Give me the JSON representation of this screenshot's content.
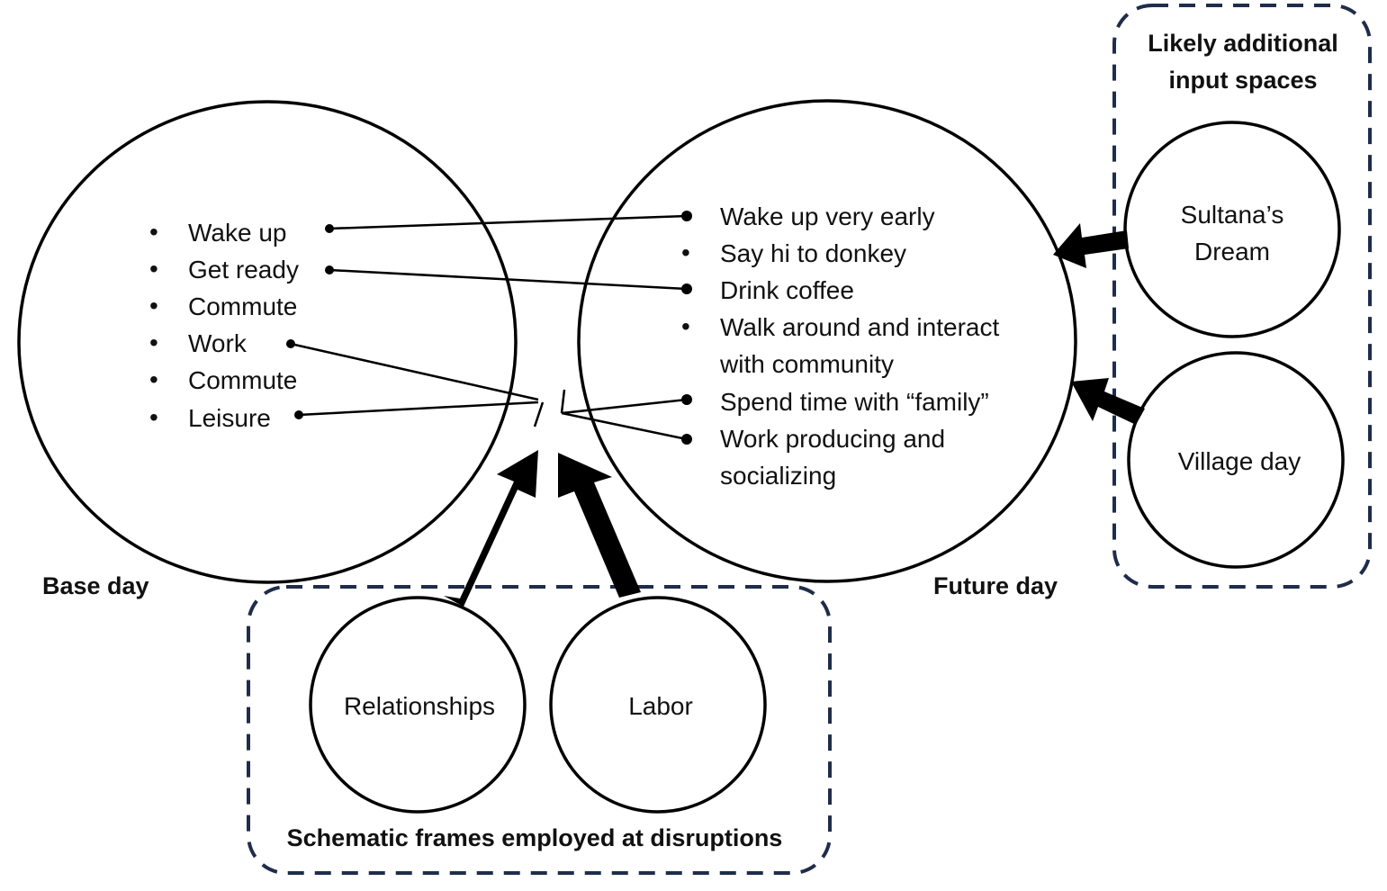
{
  "base_day": {
    "label": "Base day",
    "items": [
      "Wake up",
      "Get ready",
      "Commute",
      "Work",
      "Commute",
      "Leisure"
    ]
  },
  "future_day": {
    "label": "Future day",
    "items": [
      "Wake up very early",
      "Say hi to donkey",
      "Drink coffee",
      "Walk around and interact",
      "with community",
      "Spend time with “family”",
      "Work producing and",
      "socializing"
    ]
  },
  "additional_inputs": {
    "title_line1": "Likely additional",
    "title_line2": "input spaces",
    "sultana_line1": "Sultana’s",
    "sultana_line2": "Dream",
    "village": "Village day"
  },
  "schematic_frames": {
    "title": "Schematic frames employed at disruptions",
    "relationships": "Relationships",
    "labor": "Labor"
  },
  "colors": {
    "dash": "#1f2d4a",
    "stroke": "#000000"
  }
}
